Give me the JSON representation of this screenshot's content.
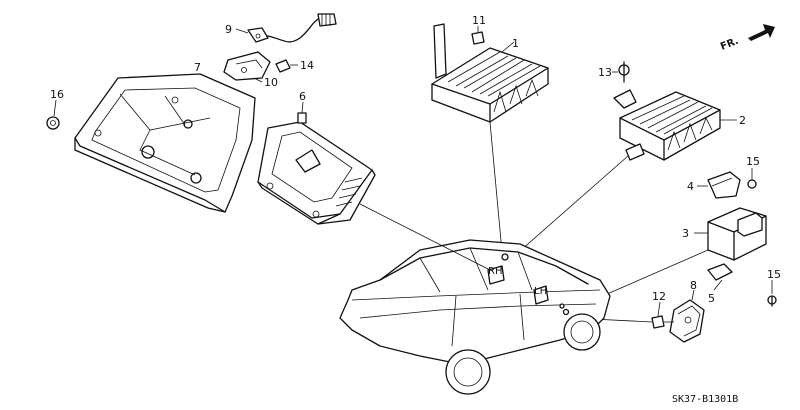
{
  "diagram": {
    "direction_label": "FR.",
    "diagram_code": "SK37-B1301B",
    "side_labels": {
      "rh": "RH",
      "lh": "LH"
    },
    "callouts": [
      {
        "id": "c1",
        "text": "1"
      },
      {
        "id": "c2",
        "text": "2"
      },
      {
        "id": "c3",
        "text": "3"
      },
      {
        "id": "c4",
        "text": "4"
      },
      {
        "id": "c5",
        "text": "5"
      },
      {
        "id": "c6",
        "text": "6"
      },
      {
        "id": "c7",
        "text": "7"
      },
      {
        "id": "c8",
        "text": "8"
      },
      {
        "id": "c9",
        "text": "9"
      },
      {
        "id": "c10",
        "text": "10"
      },
      {
        "id": "c11",
        "text": "11"
      },
      {
        "id": "c12",
        "text": "12"
      },
      {
        "id": "c13",
        "text": "13"
      },
      {
        "id": "c14",
        "text": "14"
      },
      {
        "id": "c15a",
        "text": "15"
      },
      {
        "id": "c15b",
        "text": "15"
      },
      {
        "id": "c16",
        "text": "16"
      }
    ]
  }
}
